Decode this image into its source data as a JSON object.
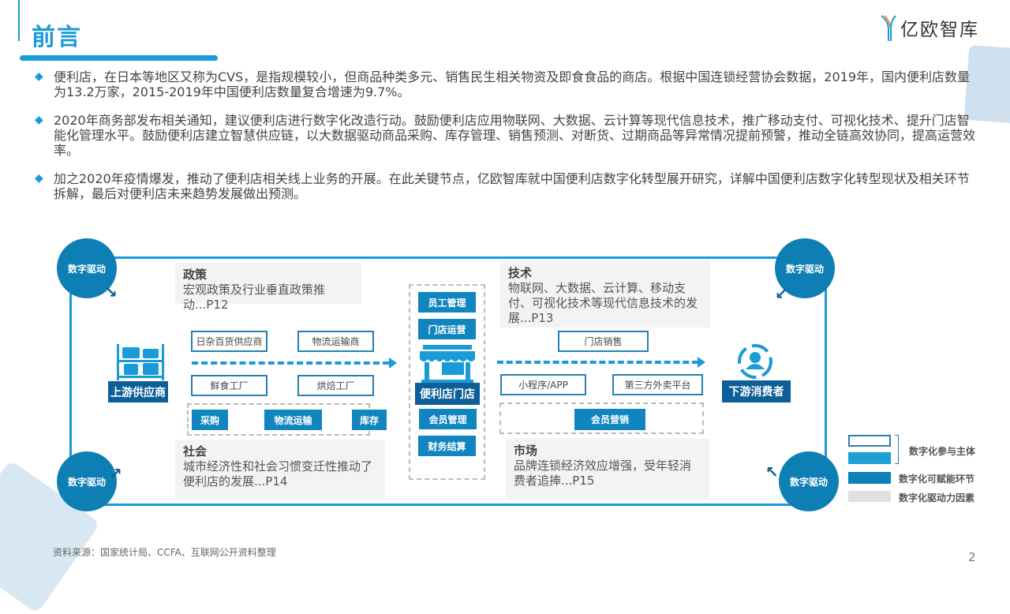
{
  "header": {
    "title": "前言",
    "logo_text": "亿欧智库"
  },
  "bullets": [
    "便利店，在日本等地区又称为CVS，是指规模较小，但商品种类多元、销售民生相关物资及即食食品的商店。根据中国连锁经营协会数据，2019年，国内便利店数量为13.2万家，2015-2019年中国便利店数量复合增速为9.7%。",
    "2020年商务部发布相关通知，建议便利店进行数字化改造行动。鼓励便利店应用物联网、大数据、云计算等现代信息技术，推广移动支付、可视化技术、提升门店智能化管理水平。鼓励便利店建立智慧供应链，以大数据驱动商品采购、库存管理、销售预测、对断货、过期商品等异常情况提前预警，推动全链高效协同，提高运营效率。",
    "加之2020年疫情爆发，推动了便利店相关线上业务的开展。在此关键节点，亿欧智库就中国便利店数字化转型展开研究，详解中国便利店数字化转型现状及相关环节拆解，最后对便利店未来趋势发展做出预测。"
  ],
  "diagram": {
    "driver_label": "数字驱动",
    "factors": {
      "policy": {
        "title": "政策",
        "text": "宏观政策及行业垂直政策推动...P12"
      },
      "society": {
        "title": "社会",
        "text": "城市经济性和社会习惯变迁性推动了便利店的发展...P14"
      },
      "tech": {
        "title": "技术",
        "text": "物联网、大数据、云计算、移动支付、可视化技术等现代信息技术的发展...P13"
      },
      "market": {
        "title": "市场",
        "text": "品牌连锁经济效应增强，受年轻消费者追捧...P15"
      }
    },
    "upstream": {
      "label": "上游供应商",
      "participants": [
        "日杂百货供应商",
        "物流运输商",
        "鲜食工厂",
        "烘焙工厂"
      ],
      "links": [
        "采购",
        "物流运输",
        "库存"
      ]
    },
    "store": {
      "label": "便利店门店",
      "links_top": [
        "员工管理",
        "门店运营"
      ],
      "links_bottom": [
        "会员管理",
        "财务结算"
      ]
    },
    "downstream": {
      "label": "下游消费者",
      "participants": [
        "门店销售",
        "小程序/APP",
        "第三方外卖平台"
      ],
      "links": [
        "会员营销"
      ]
    },
    "legend": {
      "participant": "数字化参与主体",
      "enabler": "数字化可赋能环节",
      "driver": "数字化驱动力因素"
    }
  },
  "colors": {
    "accent": "#1a9bd7",
    "dark": "#0d5f97",
    "mid": "#1085bf",
    "grey": "#e0e0e0"
  },
  "footer": {
    "source": "资料来源：国家统计局、CCFA、互联网公开资料整理",
    "page": "2"
  }
}
